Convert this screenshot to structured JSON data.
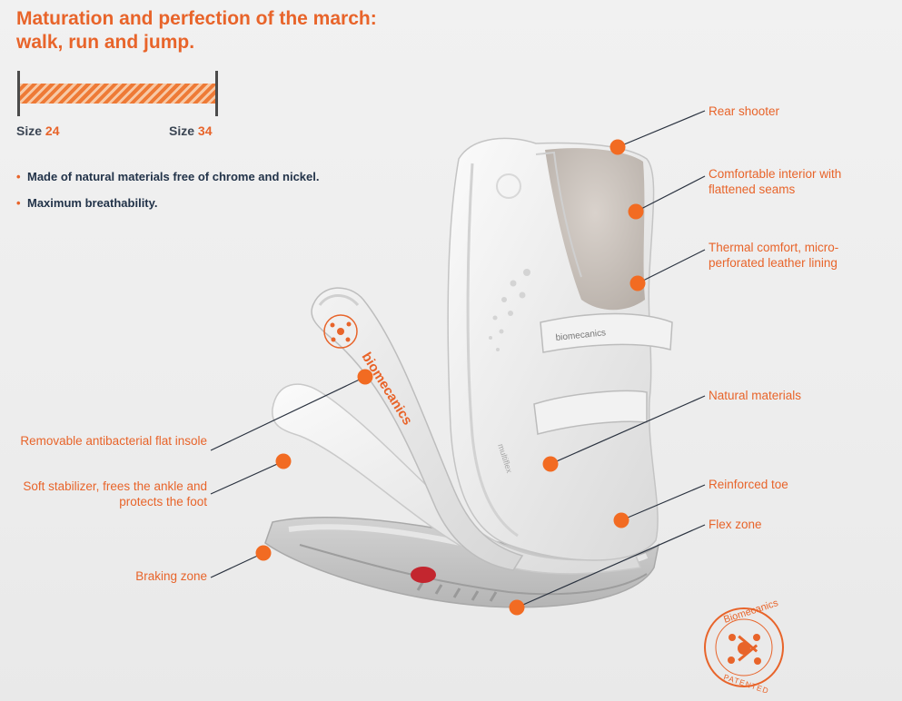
{
  "title": {
    "line1": "Maturation and perfection of the march:",
    "line2": "walk, run and jump."
  },
  "size_range": {
    "min_label": "Size",
    "min_value": "24",
    "max_label": "Size",
    "max_value": "34"
  },
  "bullets": [
    "Made of natural materials free of chrome and nickel.",
    "Maximum breathability."
  ],
  "callouts": {
    "rear_shooter": "Rear shooter",
    "interior": "Comfortable interior with flattened seams",
    "thermal": "Thermal comfort, micro-perforated leather lining",
    "natural_materials": "Natural materials",
    "reinforced_toe": "Reinforced toe",
    "flex_zone": "Flex zone",
    "insole": "Removable antibacterial flat insole",
    "stabilizer": "Soft stabilizer, frees the ankle and protects the foot",
    "braking_zone": "Braking zone"
  },
  "branding": {
    "insole_brand": "biomecanics",
    "strap_brand": "biomecanics",
    "side_mark": "multiflex",
    "badge_top": "Biomecanics",
    "badge_bottom": "PATENTED"
  },
  "colors": {
    "accent": "#e8642a",
    "text_dark": "#223349",
    "leader_line": "#2b3340",
    "background": "#efefef"
  }
}
